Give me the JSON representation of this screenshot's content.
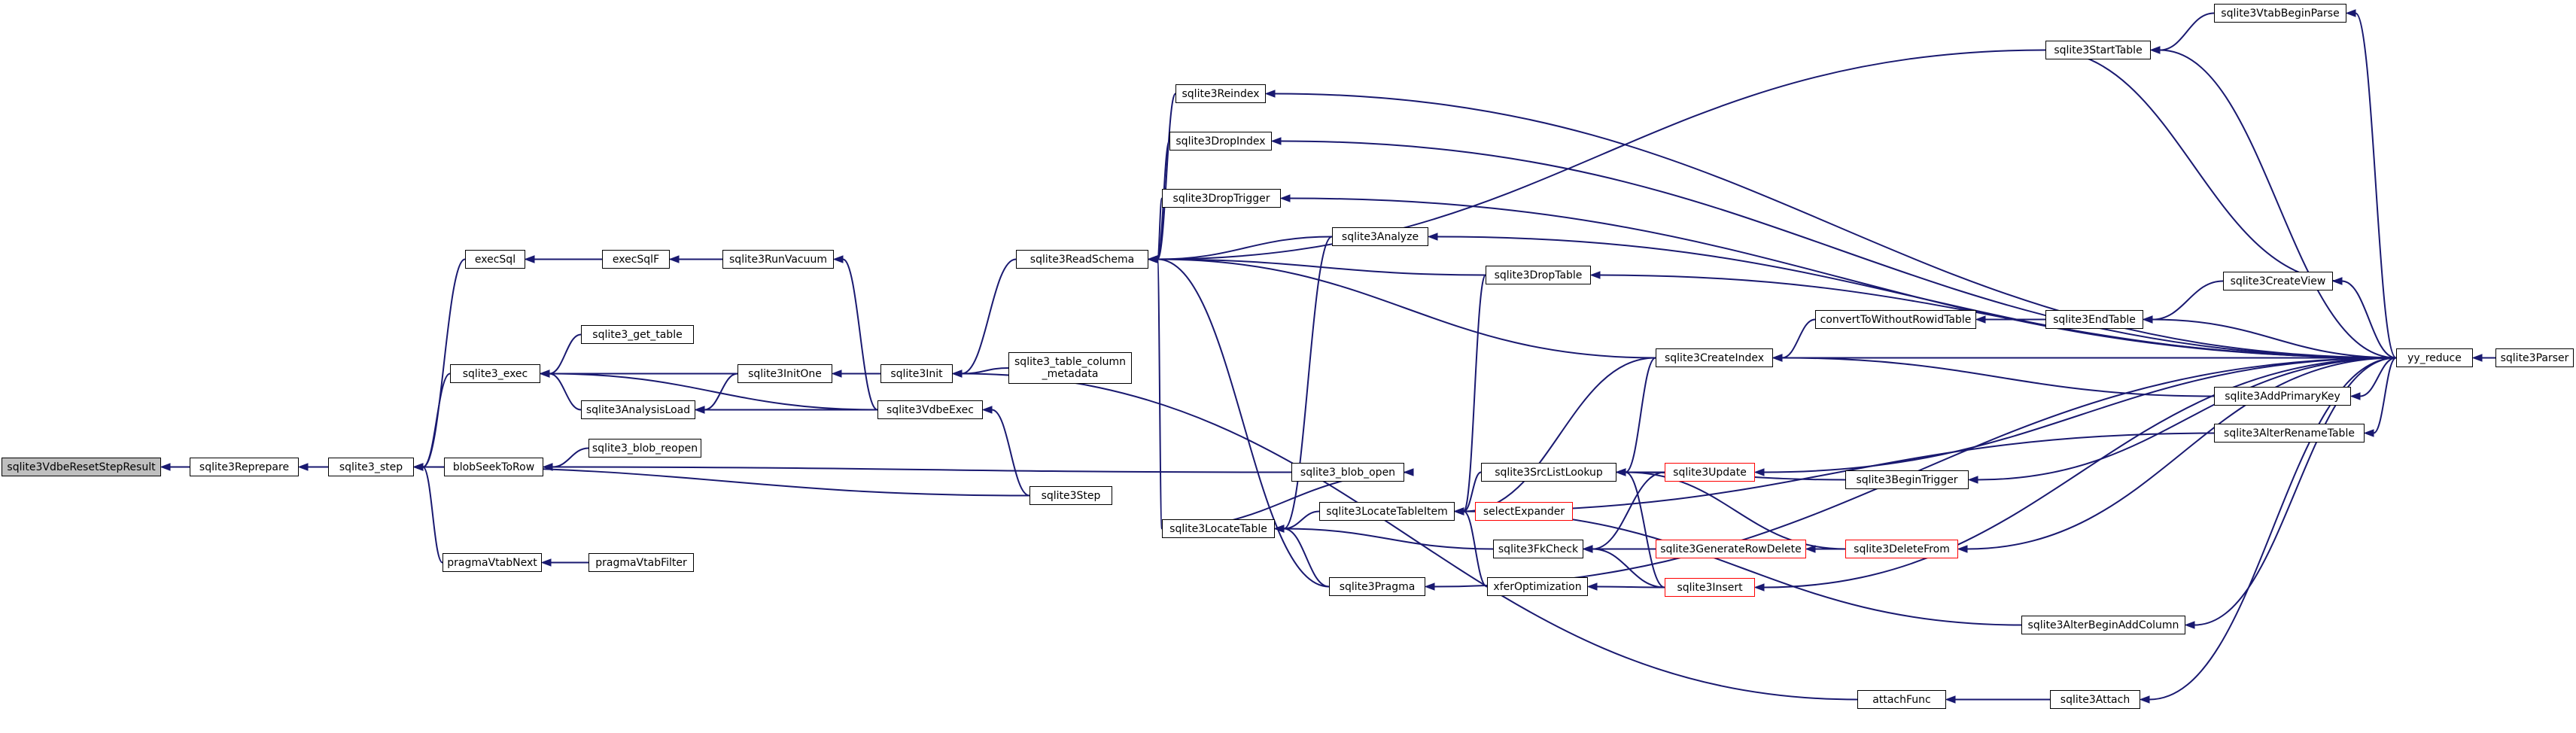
{
  "graph": {
    "nodes": [
      {
        "id": "n_current",
        "label": "sqlite3VdbeResetStepResult",
        "current": true
      },
      {
        "id": "n_reprepare",
        "label": "sqlite3Reprepare"
      },
      {
        "id": "n_step",
        "label": "sqlite3_step"
      },
      {
        "id": "n_execsql",
        "label": "execSql"
      },
      {
        "id": "n_execsqlf",
        "label": "execSqlF"
      },
      {
        "id": "n_runvacuum",
        "label": "sqlite3RunVacuum"
      },
      {
        "id": "n_exec",
        "label": "sqlite3_exec"
      },
      {
        "id": "n_get_table",
        "label": "sqlite3_get_table"
      },
      {
        "id": "n_analysisload",
        "label": "sqlite3AnalysisLoad"
      },
      {
        "id": "n_initone",
        "label": "sqlite3InitOne"
      },
      {
        "id": "n_init",
        "label": "sqlite3Init"
      },
      {
        "id": "n_vdbeexec",
        "label": "sqlite3VdbeExec"
      },
      {
        "id": "n_table_column_metadata",
        "label": "sqlite3_table_column\n_metadata"
      },
      {
        "id": "n_readschema",
        "label": "sqlite3ReadSchema"
      },
      {
        "id": "n_blobseek",
        "label": "blobSeekToRow"
      },
      {
        "id": "n_blob_reopen",
        "label": "sqlite3_blob_reopen"
      },
      {
        "id": "n_blob_open",
        "label": "sqlite3_blob_open"
      },
      {
        "id": "n_sqlite3step",
        "label": "sqlite3Step"
      },
      {
        "id": "n_vtabnext",
        "label": "pragmaVtabNext"
      },
      {
        "id": "n_vtabfilter",
        "label": "pragmaVtabFilter"
      },
      {
        "id": "n_reindex",
        "label": "sqlite3Reindex"
      },
      {
        "id": "n_dropindex",
        "label": "sqlite3DropIndex"
      },
      {
        "id": "n_droptrigger",
        "label": "sqlite3DropTrigger"
      },
      {
        "id": "n_analyze",
        "label": "sqlite3Analyze"
      },
      {
        "id": "n_droptable",
        "label": "sqlite3DropTable"
      },
      {
        "id": "n_locatetable",
        "label": "sqlite3LocateTable"
      },
      {
        "id": "n_locatetableitem",
        "label": "sqlite3LocateTableItem"
      },
      {
        "id": "n_pragma",
        "label": "sqlite3Pragma"
      },
      {
        "id": "n_selectexpander",
        "label": "selectExpander",
        "red": true
      },
      {
        "id": "n_srclistlookup",
        "label": "sqlite3SrcListLookup"
      },
      {
        "id": "n_fkcheck",
        "label": "sqlite3FkCheck"
      },
      {
        "id": "n_xferopt",
        "label": "xferOptimization"
      },
      {
        "id": "n_update",
        "label": "sqlite3Update",
        "red": true
      },
      {
        "id": "n_generaterowdelete",
        "label": "sqlite3GenerateRowDelete",
        "red": true
      },
      {
        "id": "n_insert",
        "label": "sqlite3Insert",
        "red": true
      },
      {
        "id": "n_createindex",
        "label": "sqlite3CreateIndex"
      },
      {
        "id": "n_convwithoutrowid",
        "label": "convertToWithoutRowidTable"
      },
      {
        "id": "n_endtable",
        "label": "sqlite3EndTable"
      },
      {
        "id": "n_createview",
        "label": "sqlite3CreateView"
      },
      {
        "id": "n_begintrigger",
        "label": "sqlite3BeginTrigger"
      },
      {
        "id": "n_deletefrom",
        "label": "sqlite3DeleteFrom",
        "red": true
      },
      {
        "id": "n_starttable",
        "label": "sqlite3StartTable"
      },
      {
        "id": "n_vtabbeginparse",
        "label": "sqlite3VtabBeginParse"
      },
      {
        "id": "n_addprimarykey",
        "label": "sqlite3AddPrimaryKey"
      },
      {
        "id": "n_alterrenametable",
        "label": "sqlite3AlterRenameTable"
      },
      {
        "id": "n_alterbeginaddcolumn",
        "label": "sqlite3AlterBeginAddColumn"
      },
      {
        "id": "n_attachfunc",
        "label": "attachFunc"
      },
      {
        "id": "n_attach",
        "label": "sqlite3Attach"
      },
      {
        "id": "n_yyreduce",
        "label": "yy_reduce"
      },
      {
        "id": "n_parser",
        "label": "sqlite3Parser"
      }
    ],
    "edges": [
      [
        "n_reprepare",
        "n_current"
      ],
      [
        "n_step",
        "n_reprepare"
      ],
      [
        "n_execsql",
        "n_step"
      ],
      [
        "n_exec",
        "n_step"
      ],
      [
        "n_blobseek",
        "n_step"
      ],
      [
        "n_vtabnext",
        "n_step"
      ],
      [
        "n_sqlite3step",
        "n_step"
      ],
      [
        "n_execsqlf",
        "n_execsql"
      ],
      [
        "n_runvacuum",
        "n_execsql"
      ],
      [
        "n_runvacuum",
        "n_execsqlf"
      ],
      [
        "n_vdbeexec",
        "n_runvacuum"
      ],
      [
        "n_get_table",
        "n_exec"
      ],
      [
        "n_analysisload",
        "n_exec"
      ],
      [
        "n_initone",
        "n_exec"
      ],
      [
        "n_vdbeexec",
        "n_exec"
      ],
      [
        "n_initone",
        "n_analysisload"
      ],
      [
        "n_vdbeexec",
        "n_analysisload"
      ],
      [
        "n_init",
        "n_initone"
      ],
      [
        "n_readschema",
        "n_init"
      ],
      [
        "n_table_column_metadata",
        "n_init"
      ],
      [
        "n_attachfunc",
        "n_init"
      ],
      [
        "n_sqlite3step",
        "n_vdbeexec"
      ],
      [
        "n_blob_reopen",
        "n_blobseek"
      ],
      [
        "n_blob_open",
        "n_blobseek"
      ],
      [
        "n_locatetable",
        "n_blob_open"
      ],
      [
        "n_vtabfilter",
        "n_vtabnext"
      ],
      [
        "n_starttable",
        "n_readschema"
      ],
      [
        "n_reindex",
        "n_readschema"
      ],
      [
        "n_dropindex",
        "n_readschema"
      ],
      [
        "n_droptrigger",
        "n_readschema"
      ],
      [
        "n_analyze",
        "n_readschema"
      ],
      [
        "n_droptable",
        "n_readschema"
      ],
      [
        "n_createindex",
        "n_readschema"
      ],
      [
        "n_locatetable",
        "n_readschema"
      ],
      [
        "n_pragma",
        "n_readschema"
      ],
      [
        "n_analyze",
        "n_locatetable"
      ],
      [
        "n_locatetableitem",
        "n_locatetable"
      ],
      [
        "n_pragma",
        "n_locatetable"
      ],
      [
        "n_fkcheck",
        "n_locatetable"
      ],
      [
        "n_droptable",
        "n_locatetableitem"
      ],
      [
        "n_createindex",
        "n_locatetableitem"
      ],
      [
        "n_selectexpander",
        "n_locatetableitem"
      ],
      [
        "n_srclistlookup",
        "n_locatetableitem"
      ],
      [
        "n_xferopt",
        "n_locatetableitem"
      ],
      [
        "n_alterrenametable",
        "n_locatetableitem"
      ],
      [
        "n_alterbeginaddcolumn",
        "n_locatetableitem"
      ],
      [
        "n_createindex",
        "n_srclistlookup"
      ],
      [
        "n_update",
        "n_srclistlookup"
      ],
      [
        "n_begintrigger",
        "n_srclistlookup"
      ],
      [
        "n_deletefrom",
        "n_srclistlookup"
      ],
      [
        "n_insert",
        "n_srclistlookup"
      ],
      [
        "n_update",
        "n_fkcheck"
      ],
      [
        "n_generaterowdelete",
        "n_fkcheck"
      ],
      [
        "n_insert",
        "n_fkcheck"
      ],
      [
        "n_insert",
        "n_xferopt"
      ],
      [
        "n_deletefrom",
        "n_generaterowdelete"
      ],
      [
        "n_convwithoutrowid",
        "n_createindex"
      ],
      [
        "n_addprimarykey",
        "n_createindex"
      ],
      [
        "n_yyreduce",
        "n_createindex"
      ],
      [
        "n_endtable",
        "n_convwithoutrowid"
      ],
      [
        "n_createview",
        "n_endtable"
      ],
      [
        "n_starttable",
        "n_createview"
      ],
      [
        "n_vtabbeginparse",
        "n_starttable"
      ],
      [
        "n_yyreduce",
        "n_starttable"
      ],
      [
        "n_yyreduce",
        "n_vtabbeginparse"
      ],
      [
        "n_yyreduce",
        "n_reindex"
      ],
      [
        "n_yyreduce",
        "n_dropindex"
      ],
      [
        "n_yyreduce",
        "n_droptrigger"
      ],
      [
        "n_yyreduce",
        "n_analyze"
      ],
      [
        "n_yyreduce",
        "n_droptable"
      ],
      [
        "n_yyreduce",
        "n_createview"
      ],
      [
        "n_yyreduce",
        "n_endtable"
      ],
      [
        "n_yyreduce",
        "n_addprimarykey"
      ],
      [
        "n_yyreduce",
        "n_alterrenametable"
      ],
      [
        "n_yyreduce",
        "n_begintrigger"
      ],
      [
        "n_yyreduce",
        "n_update"
      ],
      [
        "n_yyreduce",
        "n_deletefrom"
      ],
      [
        "n_yyreduce",
        "n_insert"
      ],
      [
        "n_yyreduce",
        "n_alterbeginaddcolumn"
      ],
      [
        "n_yyreduce",
        "n_pragma"
      ],
      [
        "n_yyreduce",
        "n_attach"
      ],
      [
        "n_attach",
        "n_attachfunc"
      ],
      [
        "n_parser",
        "n_yyreduce"
      ]
    ]
  }
}
